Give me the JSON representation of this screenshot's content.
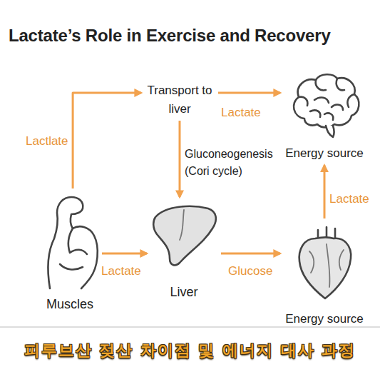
{
  "diagram": {
    "title": "Lactate’s Role in Exercise and Recovery",
    "caption": "피루브산 젖산 차이점 및 에너지 대사 과정",
    "nodes": [
      {
        "text": [
          "Transport to liver"
        ]
      },
      {
        "text": [
          "Energy source"
        ]
      },
      {
        "text": [
          "Muscles"
        ]
      },
      {
        "text": [
          "Liver"
        ]
      },
      {
        "text": [
          "Energy source"
        ]
      }
    ],
    "edges": [
      {
        "from": 2,
        "to": 0,
        "label": "Lactlate",
        "arrow": "to"
      },
      {
        "from": 0,
        "to": 1,
        "label": "Lactate",
        "arrow": "to"
      },
      {
        "from": 0,
        "to": 3,
        "label": "Gluconeogenesis (Cori cycle)",
        "arrow": "to"
      },
      {
        "from": 2,
        "to": 3,
        "label": "Lactate",
        "arrow": "to"
      },
      {
        "from": 3,
        "to": 4,
        "label": "Glucose",
        "arrow": "to"
      },
      {
        "from": 4,
        "to": 1,
        "label": "Lactate",
        "arrow": "to"
      }
    ]
  }
}
